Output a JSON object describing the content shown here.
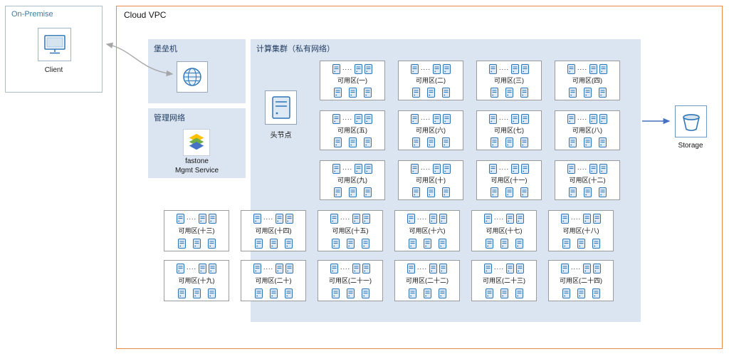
{
  "on_premise": {
    "title": "On-Premise",
    "client_label": "Client"
  },
  "cloud_vpc": {
    "title": "Cloud VPC",
    "bastion": {
      "title": "堡垒机"
    },
    "management": {
      "title": "管理网络",
      "service_name": "fastone",
      "service_desc": "Mgmt Service"
    },
    "cluster": {
      "title": "计算集群（私有网络）",
      "head_node_label": "头节点",
      "node_ellipsis": "....",
      "zone_rows_top": [
        [
          "可用区(一)",
          "可用区(二)",
          "可用区(三)",
          "可用区(四)"
        ],
        [
          "可用区(五)",
          "可用区(六)",
          "可用区(七)",
          "可用区(八)"
        ],
        [
          "可用区(九)",
          "可用区(十)",
          "可用区(十一)",
          "可用区(十二)"
        ]
      ],
      "zone_rows_bottom": [
        [
          "可用区(十三)",
          "可用区(十四)",
          "可用区(十五)",
          "可用区(十六)",
          "可用区(十七)",
          "可用区(十八)"
        ],
        [
          "可用区(十九)",
          "可用区(二十)",
          "可用区(二十一)",
          "可用区(二十二)",
          "可用区(二十三)",
          "可用区(二十四)"
        ]
      ]
    },
    "storage_label": "Storage"
  },
  "colors": {
    "panel_blue": "#dbe5f1",
    "vpc_border": "#ed8a4a",
    "icon_blue": "#2e75b6",
    "title_navy": "#1e3a5f",
    "arrow_gray": "#a6a6a6",
    "arrow_blue": "#4472c4"
  }
}
